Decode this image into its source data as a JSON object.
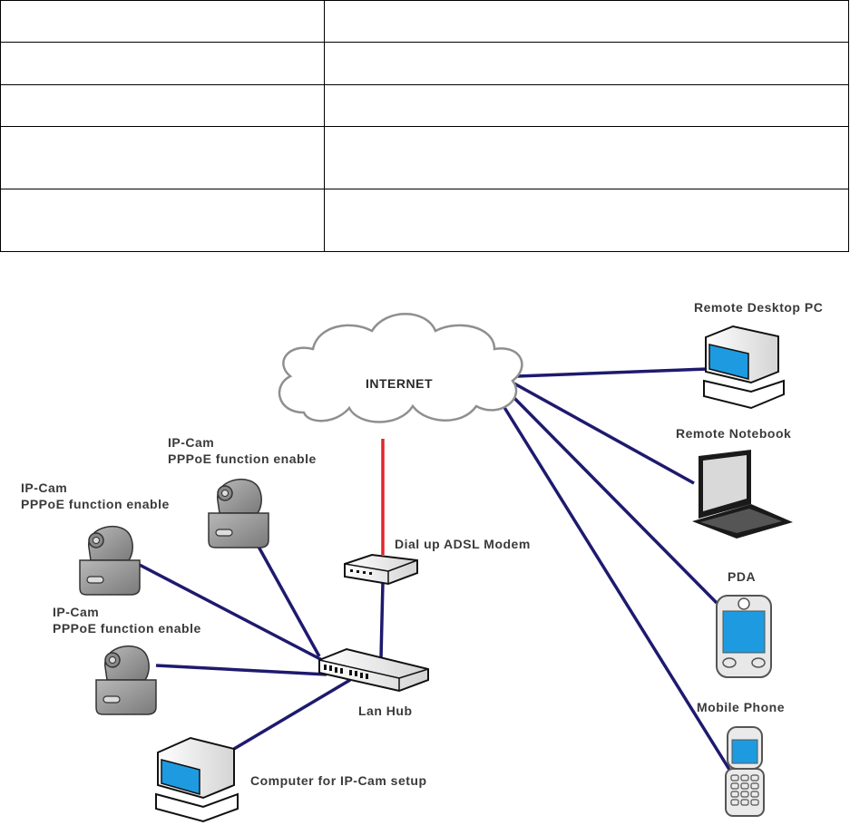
{
  "table": {
    "rows": [
      [
        "",
        ""
      ],
      [
        "",
        ""
      ],
      [
        "",
        ""
      ],
      [
        "",
        ""
      ],
      [
        "",
        ""
      ]
    ]
  },
  "diagram": {
    "internet_label": "INTERNET",
    "modem_label": "Dial up ADSL Modem",
    "hub_label": "Lan Hub",
    "setup_pc_label": "Computer for IP-Cam setup",
    "cameras": [
      {
        "title": "IP-Cam",
        "subtitle": "PPPoE function enable"
      },
      {
        "title": "IP-Cam",
        "subtitle": "PPPoE function enable"
      },
      {
        "title": "IP-Cam",
        "subtitle": "PPPoE function enable"
      }
    ],
    "remote_devices": [
      {
        "label": "Remote Desktop PC",
        "icon": "desktop-pc-icon"
      },
      {
        "label": "Remote Notebook",
        "icon": "notebook-icon"
      },
      {
        "label": "PDA",
        "icon": "pda-icon"
      },
      {
        "label": "Mobile Phone",
        "icon": "mobile-phone-icon"
      }
    ],
    "colors": {
      "lan_link": "#1e1a6e",
      "adsl_link": "#e0262c",
      "screen": "#1e9be0"
    }
  }
}
